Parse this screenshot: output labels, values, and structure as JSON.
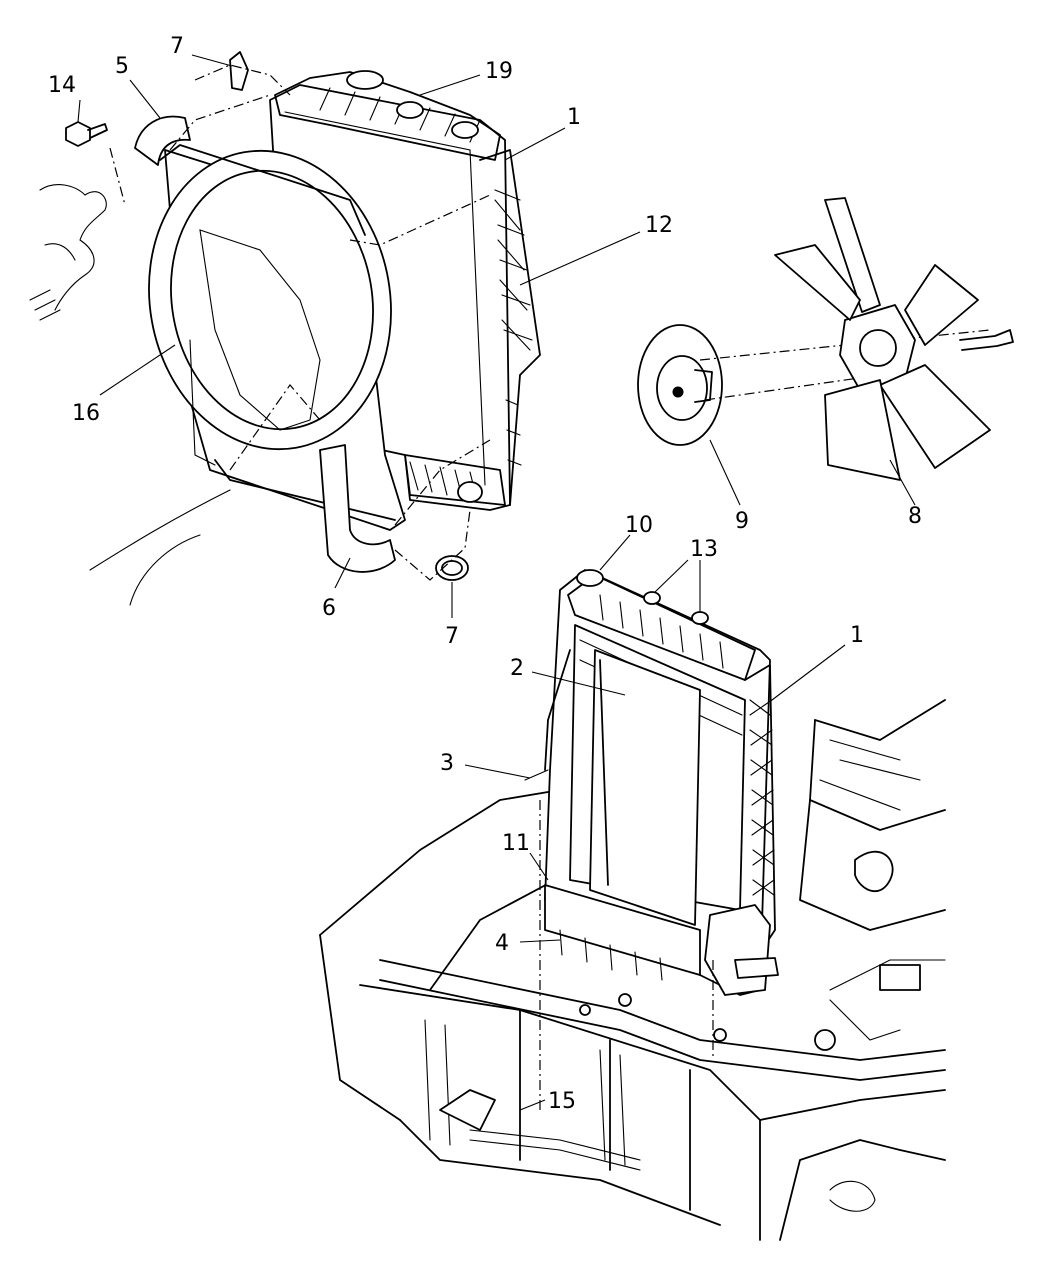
{
  "diagram": {
    "callouts": {
      "c1a": "1",
      "c1b": "1",
      "c2": "2",
      "c3": "3",
      "c4": "4",
      "c5": "5",
      "c6": "6",
      "c7a": "7",
      "c7b": "7",
      "c8": "8",
      "c9": "9",
      "c10": "10",
      "c11": "11",
      "c12": "12",
      "c13": "13",
      "c14": "14",
      "c15": "15",
      "c16": "16",
      "c19": "19"
    }
  }
}
